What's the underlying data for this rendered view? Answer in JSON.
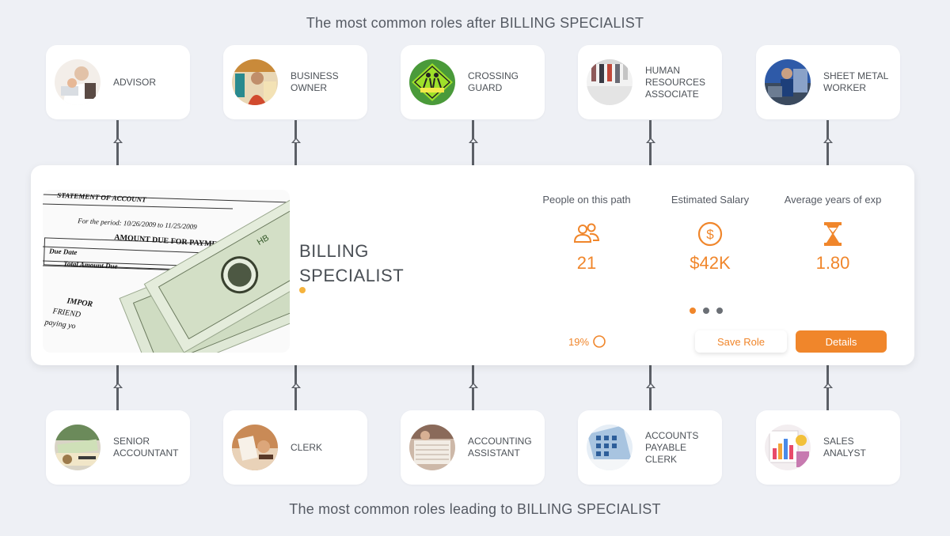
{
  "headings": {
    "top": "The most common roles after BILLING SPECIALIST",
    "bottom": "The most common roles leading to BILLING SPECIALIST"
  },
  "next_roles": [
    {
      "label": "ADVISOR",
      "icon": "advisor-photo"
    },
    {
      "label": "BUSINESS\nOWNER",
      "icon": "business-owner-photo"
    },
    {
      "label": "CROSSING\nGUARD",
      "icon": "crossing-guard-photo"
    },
    {
      "label": "HUMAN\nRESOURCES\nASSOCIATE",
      "icon": "hr-associate-photo"
    },
    {
      "label": "SHEET METAL\nWORKER",
      "icon": "sheet-metal-worker-photo"
    }
  ],
  "previous_roles": [
    {
      "label": "SENIOR\nACCOUNTANT",
      "icon": "senior-accountant-photo"
    },
    {
      "label": "CLERK",
      "icon": "clerk-photo"
    },
    {
      "label": "ACCOUNTING\nASSISTANT",
      "icon": "accounting-assistant-photo"
    },
    {
      "label": "ACCOUNTS\nPAYABLE\nCLERK",
      "icon": "accounts-payable-clerk-photo"
    },
    {
      "label": "SALES\nANALYST",
      "icon": "sales-analyst-photo"
    }
  ],
  "main": {
    "title": "BILLING\nSPECIALIST",
    "image": "statement-of-account-with-dollar-bills",
    "stats": [
      {
        "label": "People on this path",
        "value": "21",
        "icon": "people-icon"
      },
      {
        "label": "Estimated Salary",
        "value": "$42K",
        "icon": "dollar-circle-icon"
      },
      {
        "label": "Average years of exp",
        "value": "1.80",
        "icon": "hourglass-icon"
      }
    ],
    "match_percent": "19%",
    "save_label": "Save Role",
    "details_label": "Details",
    "pager": {
      "count": 3,
      "active": 0
    }
  },
  "colors": {
    "accent": "#f0862b",
    "title_dot": "#f5b33d",
    "pager_inactive": "#6b6f75",
    "connector": "#5b5f66"
  }
}
